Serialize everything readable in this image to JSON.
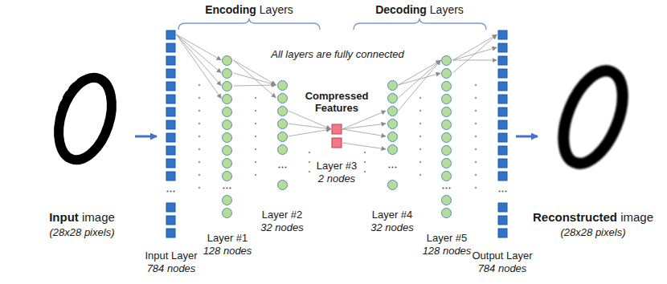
{
  "diagram": {
    "nodes": [
      {
        "text": [
          "Input Layer",
          "784 nodes"
        ]
      },
      {
        "text": [
          "Layer #1",
          "128 nodes"
        ]
      },
      {
        "text": [
          "Layer #2",
          "32 nodes"
        ]
      },
      {
        "text": [
          "Compressed Features",
          "Layer #3",
          "2 nodes"
        ]
      },
      {
        "text": [
          "Layer #4",
          "32 nodes"
        ]
      },
      {
        "text": [
          "Layer #5",
          "128 nodes"
        ]
      },
      {
        "text": [
          "Output Layer",
          "784 nodes"
        ]
      }
    ],
    "edges": [
      {
        "from": 0,
        "to": 1,
        "arrow": "to"
      },
      {
        "from": 1,
        "to": 2,
        "arrow": "to"
      },
      {
        "from": 2,
        "to": 3,
        "arrow": "to"
      },
      {
        "from": 3,
        "to": 4,
        "arrow": "to"
      },
      {
        "from": 4,
        "to": 5,
        "arrow": "to"
      },
      {
        "from": 5,
        "to": 6,
        "arrow": "to"
      }
    ],
    "labels": [
      "Encoding Layers",
      "Decoding Layers",
      "All layers are fully connected",
      "Input image",
      "(28x28 pixels)",
      "Reconstructed image",
      "(28x28 pixels)"
    ]
  }
}
